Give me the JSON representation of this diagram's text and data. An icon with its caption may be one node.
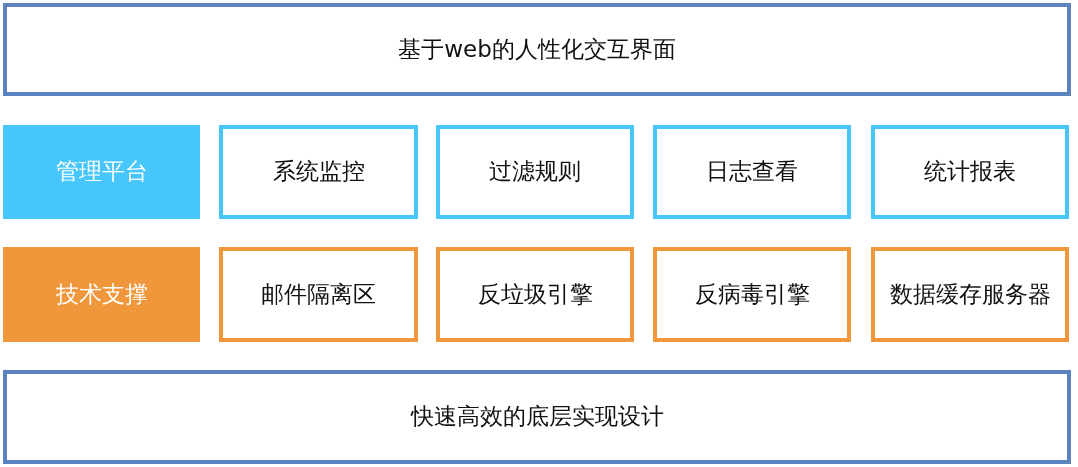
{
  "diagram": {
    "nodes": [
      {
        "text": [
          "基于web的人性化交互界面"
        ]
      },
      {
        "text": [
          "管理平台"
        ]
      },
      {
        "text": [
          "系统监控"
        ]
      },
      {
        "text": [
          "过滤规则"
        ]
      },
      {
        "text": [
          "日志查看"
        ]
      },
      {
        "text": [
          "统计报表"
        ]
      },
      {
        "text": [
          "技术支撑"
        ]
      },
      {
        "text": [
          "邮件隔离区"
        ]
      },
      {
        "text": [
          "反垃圾引擎"
        ]
      },
      {
        "text": [
          "反病毒引擎"
        ]
      },
      {
        "text": [
          "数据缓存服务器"
        ]
      },
      {
        "text": [
          "快速高效的底层实现设计"
        ]
      }
    ],
    "edges": []
  }
}
